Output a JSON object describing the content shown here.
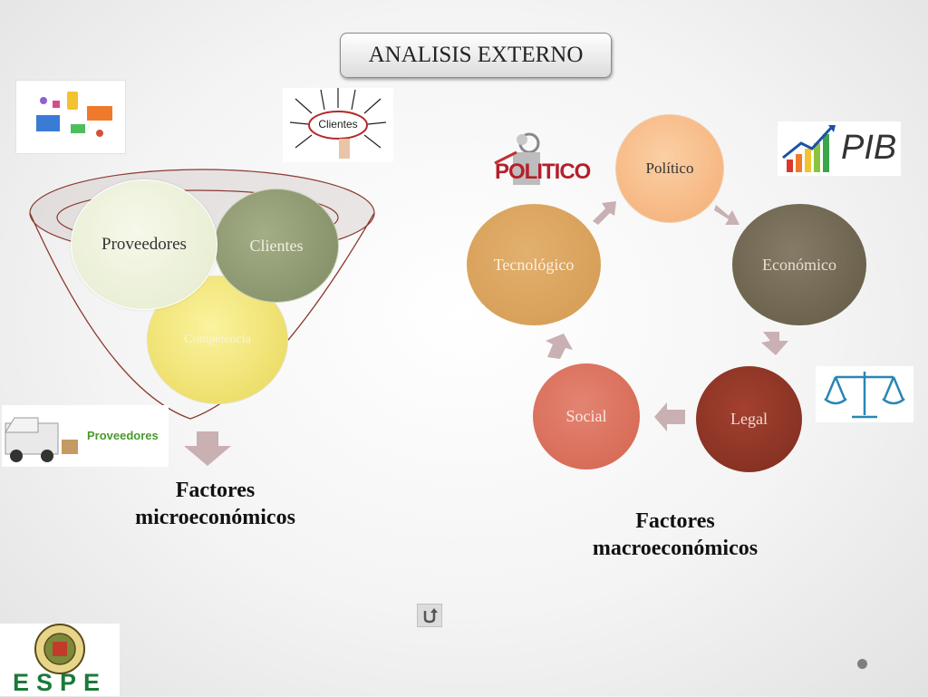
{
  "title": "ANALISIS EXTERNO",
  "micro": {
    "circles": {
      "proveedores": "Proveedores",
      "clientes": "Clientes",
      "competencia": "Competencia"
    },
    "caption_line1": "Factores",
    "caption_line2": "microeconómicos"
  },
  "macro": {
    "circles": {
      "politico": "Político",
      "economico": "Económico",
      "legal": "Legal",
      "social": "Social",
      "tecnologico": "Tecnológico"
    },
    "caption_line1": "Factores",
    "caption_line2": "macroeconómicos"
  },
  "images": {
    "clientes_sign": "Clientes",
    "proveedores_label": "Proveedores",
    "politico_logo": "POLITICO",
    "pib_logo": "PIB",
    "espe_logo": "ESPE"
  },
  "colors": {
    "proveedores": "#e8efcf",
    "clientes": "#8e9a70",
    "competencia": "#efe27a",
    "politico": "#f6b984",
    "economico": "#6e6450",
    "legal": "#8c3423",
    "social": "#d9705e",
    "tecnologico": "#d9a25c"
  }
}
